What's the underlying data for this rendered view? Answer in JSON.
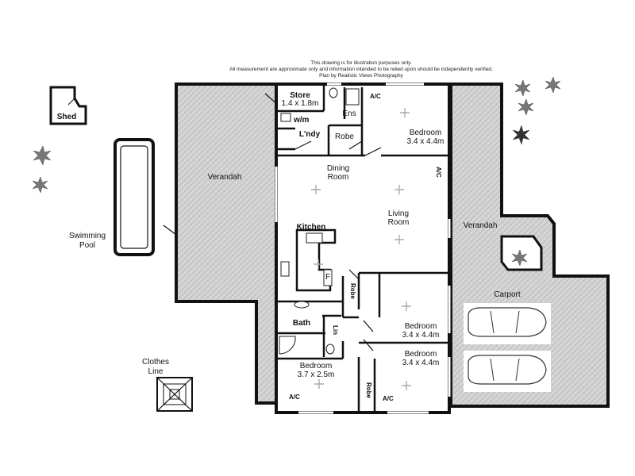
{
  "disclaimer": {
    "line1": "This drawing is for illustration purposes only.",
    "line2": "All measurement are approximate only and information intended to be relied upon should be independently verified.",
    "line3": "Plan by Realistic Views Photography"
  },
  "rooms": {
    "store": {
      "name": "Store",
      "size": "1.4 x 1.8m"
    },
    "ensuite": "Ens",
    "ac_labels": [
      "A/C",
      "A/C",
      "A/C",
      "A/C"
    ],
    "bedroom_main": {
      "name": "Bedroom",
      "size": "3.4 x 4.4m"
    },
    "washing_machine": "w/m",
    "laundry": "L'ndy",
    "robe_main": "Robe",
    "dining": {
      "line1": "Dining",
      "line2": "Room"
    },
    "living": {
      "line1": "Living",
      "line2": "Room"
    },
    "kitchen": "Kitchen",
    "fridge": "F",
    "robe_mid": "Robe",
    "bedroom_mid": {
      "name": "Bedroom",
      "size": "3.4 x 4.4m"
    },
    "bath": "Bath",
    "linen": "Lin",
    "bedroom_bottom_right": {
      "name": "Bedroom",
      "size": "3.4 x 4.4m"
    },
    "bedroom_bottom_left": {
      "name": "Bedroom",
      "size": "3.7 x 2.5m"
    },
    "robe_bottom": "Robe"
  },
  "outdoor": {
    "shed": "Shed",
    "verandah_left": "Verandah",
    "verandah_right": "Verandah",
    "pool": {
      "line1": "Swimming",
      "line2": "Pool"
    },
    "carport": "Carport",
    "clothes_line": {
      "line1": "Clothes",
      "line2": "Line"
    }
  }
}
